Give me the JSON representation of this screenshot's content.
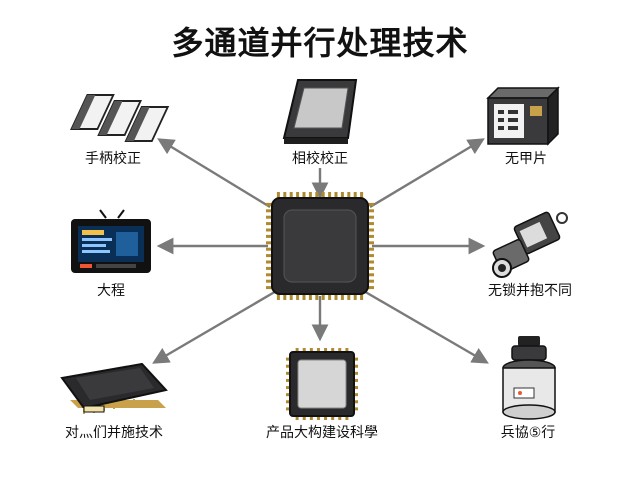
{
  "title": "多通道并行处理技术",
  "center": {
    "icon": "processor-chip-icon"
  },
  "nodes": [
    {
      "id": "top-left",
      "label": "手柄校正",
      "icon": "stacked-bars-icon"
    },
    {
      "id": "top",
      "label": "相校校正",
      "icon": "display-panel-icon"
    },
    {
      "id": "top-right",
      "label": "无甲片",
      "icon": "device-box-icon"
    },
    {
      "id": "mid-left",
      "label": "大程",
      "icon": "monitor-icon"
    },
    {
      "id": "mid-right",
      "label": "无锁并抱不同",
      "icon": "camera-module-icon"
    },
    {
      "id": "bottom-left",
      "label": "对灬们并施技术",
      "icon": "ic-package-icon"
    },
    {
      "id": "bottom",
      "label": "产品大构建设科學",
      "icon": "square-chip-icon"
    },
    {
      "id": "bottom-right",
      "label": "兵協⑤行",
      "icon": "cylinder-sensor-icon"
    }
  ],
  "colors": {
    "arrow": "#7a7a7a",
    "chip": "#2a2a2c",
    "pin": "#b08a2e",
    "text": "#111111"
  }
}
